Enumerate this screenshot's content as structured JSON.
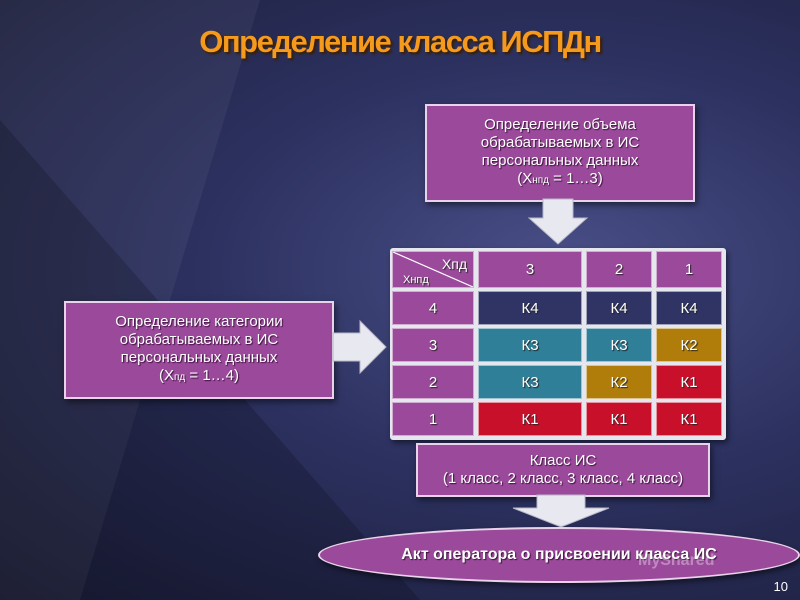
{
  "title": "Определение класса ИСПДн",
  "volume_box": {
    "lines": [
      "Определение объема",
      "обрабатываемых в ИС",
      "персональных данных"
    ],
    "formula_prefix": "(X",
    "formula_sub": "нпд",
    "formula_suffix": " = 1…3)"
  },
  "category_box": {
    "lines": [
      "Определение категории",
      "обрабатываемых в ИС",
      "персональных данных"
    ],
    "formula_prefix": "(X",
    "formula_sub": "пд",
    "formula_suffix": " = 1…4)"
  },
  "table": {
    "corner_top": "Xпд",
    "corner_bottom": "Xнпд",
    "col_headers": [
      "3",
      "2",
      "1"
    ],
    "rows": [
      {
        "label": "4",
        "cells": [
          "К4",
          "К4",
          "К4"
        ],
        "kinds": [
          "k4",
          "k4",
          "k4"
        ]
      },
      {
        "label": "3",
        "cells": [
          "К3",
          "К3",
          "К2"
        ],
        "kinds": [
          "k3",
          "k3",
          "k2"
        ]
      },
      {
        "label": "2",
        "cells": [
          "К3",
          "К2",
          "К1"
        ],
        "kinds": [
          "k3",
          "k2",
          "k1"
        ]
      },
      {
        "label": "1",
        "cells": [
          "К1",
          "К1",
          "К1"
        ],
        "kinds": [
          "k1",
          "k1",
          "k1"
        ]
      }
    ]
  },
  "class_box": {
    "line1": "Класс ИС",
    "line2": "(1 класс, 2 класс, 3 класс, 4 класс)"
  },
  "act_oval": "Акт оператора о присвоении класса ИС",
  "page_number": "10",
  "watermark": "MyShared",
  "colors": {
    "title": "#f59a1c",
    "box": "#9b4a9b",
    "k4": "#2f3465",
    "k3": "#2e7f97",
    "k2": "#b07d0a",
    "k1": "#c8102b"
  }
}
